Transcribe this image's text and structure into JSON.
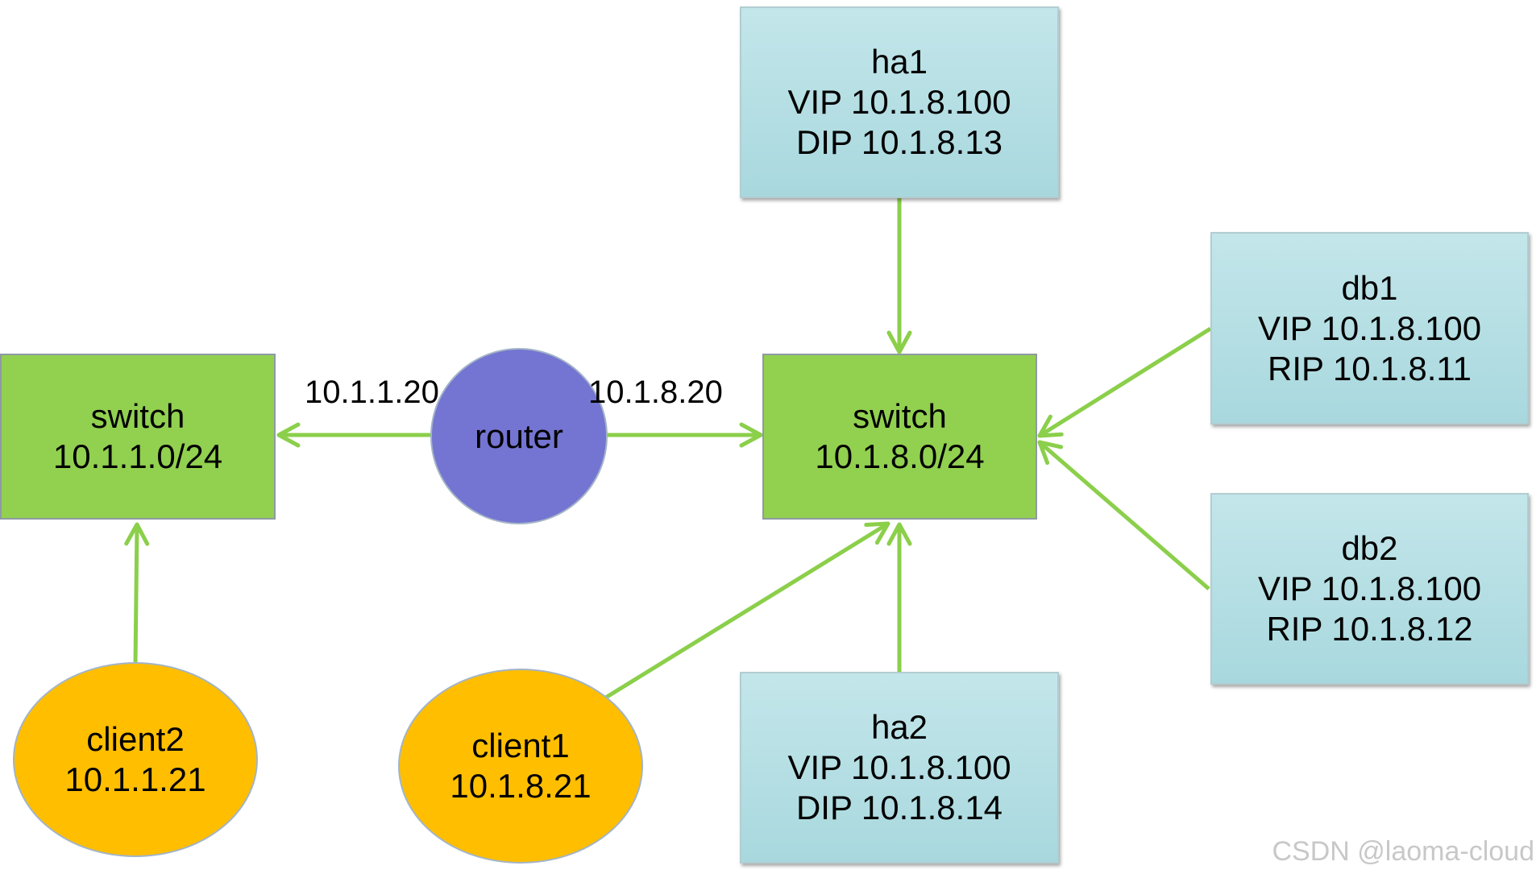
{
  "colors": {
    "link": "#8bcf4a",
    "server": "#b4dfe4",
    "switch": "#92d050",
    "router": "#7474d2",
    "client": "#ffbf00"
  },
  "nodes": {
    "ha1": {
      "lines": [
        "ha1",
        "VIP 10.1.8.100",
        "DIP 10.1.8.13"
      ]
    },
    "ha2": {
      "lines": [
        "ha2",
        "VIP 10.1.8.100",
        "DIP 10.1.8.14"
      ]
    },
    "db1": {
      "lines": [
        "db1",
        "VIP 10.1.8.100",
        "RIP 10.1.8.11"
      ]
    },
    "db2": {
      "lines": [
        "db2",
        "VIP 10.1.8.100",
        "RIP 10.1.8.12"
      ]
    },
    "switch_left": {
      "lines": [
        "switch",
        "10.1.1.0/24"
      ]
    },
    "switch_right": {
      "lines": [
        "switch",
        "10.1.8.0/24"
      ]
    },
    "router": {
      "lines": [
        "router"
      ]
    },
    "client2": {
      "lines": [
        "client2",
        "10.1.1.21"
      ]
    },
    "client1": {
      "lines": [
        "client1",
        "10.1.8.21"
      ]
    }
  },
  "links": {
    "router_left_ip": "10.1.1.20",
    "router_right_ip": "10.1.8.20"
  },
  "watermark": "CSDN @laoma-cloud"
}
